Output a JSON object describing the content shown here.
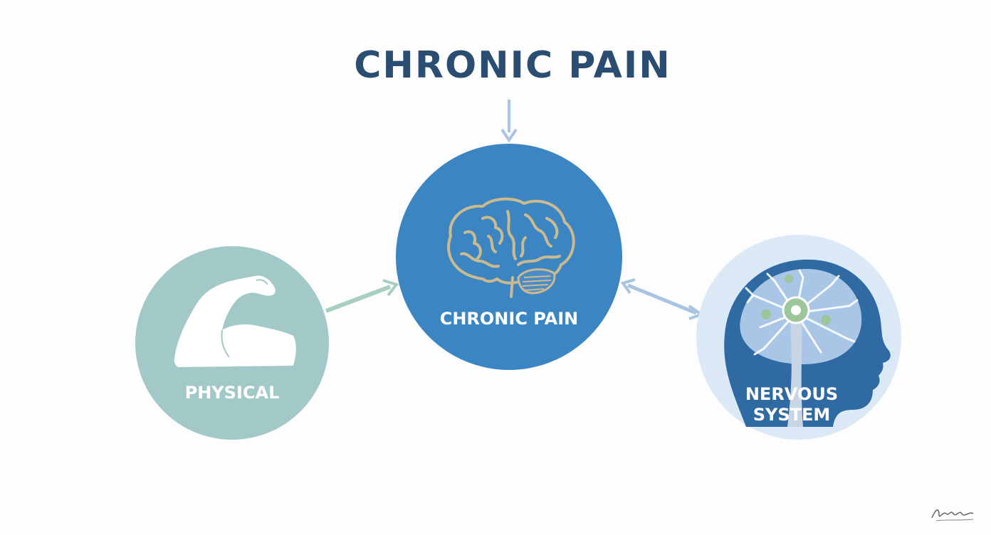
{
  "diagram": {
    "title": "CHRONIC PAIN",
    "nodes": {
      "center": {
        "label": "CHRONIC PAIN",
        "icon": "brain-icon",
        "color": "#3b86c2"
      },
      "left": {
        "label": "PHYSICAL",
        "icon": "flexed-arm-icon",
        "color": "#a3c8c8"
      },
      "right": {
        "label_line1": "NERVOUS",
        "label_line2": "SYSTEM",
        "icon": "head-nervous-system-icon",
        "color": "#2f6aa3",
        "bg_color": "#dbe9f7"
      }
    },
    "connectors": [
      {
        "from": "title",
        "to": "center",
        "style": "one-way"
      },
      {
        "from": "left",
        "to": "center",
        "style": "one-way"
      },
      {
        "from": "center",
        "to": "right",
        "style": "two-way"
      }
    ],
    "signature": "Signature"
  }
}
